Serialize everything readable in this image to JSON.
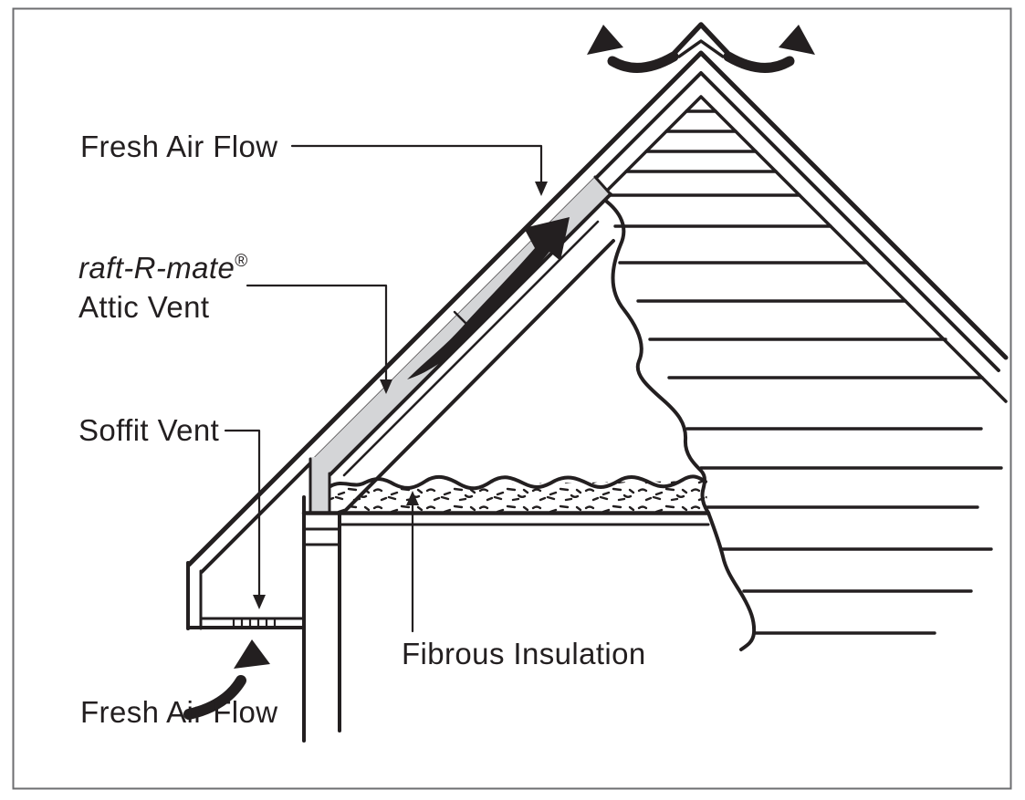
{
  "diagram": {
    "labels": {
      "fresh_air_flow_top": "Fresh Air Flow",
      "raft_r_mate": "raft-R-mate",
      "registered_mark": "®",
      "attic_vent": "Attic Vent",
      "soffit_vent": "Soffit Vent",
      "fibrous_insulation": "Fibrous Insulation",
      "fresh_air_flow_bottom": "Fresh Air Flow"
    },
    "colors": {
      "line": "#231f20",
      "vent_channel_fill": "#d4d5d7",
      "frame_border": "#6d6e70",
      "background": "#ffffff"
    }
  }
}
